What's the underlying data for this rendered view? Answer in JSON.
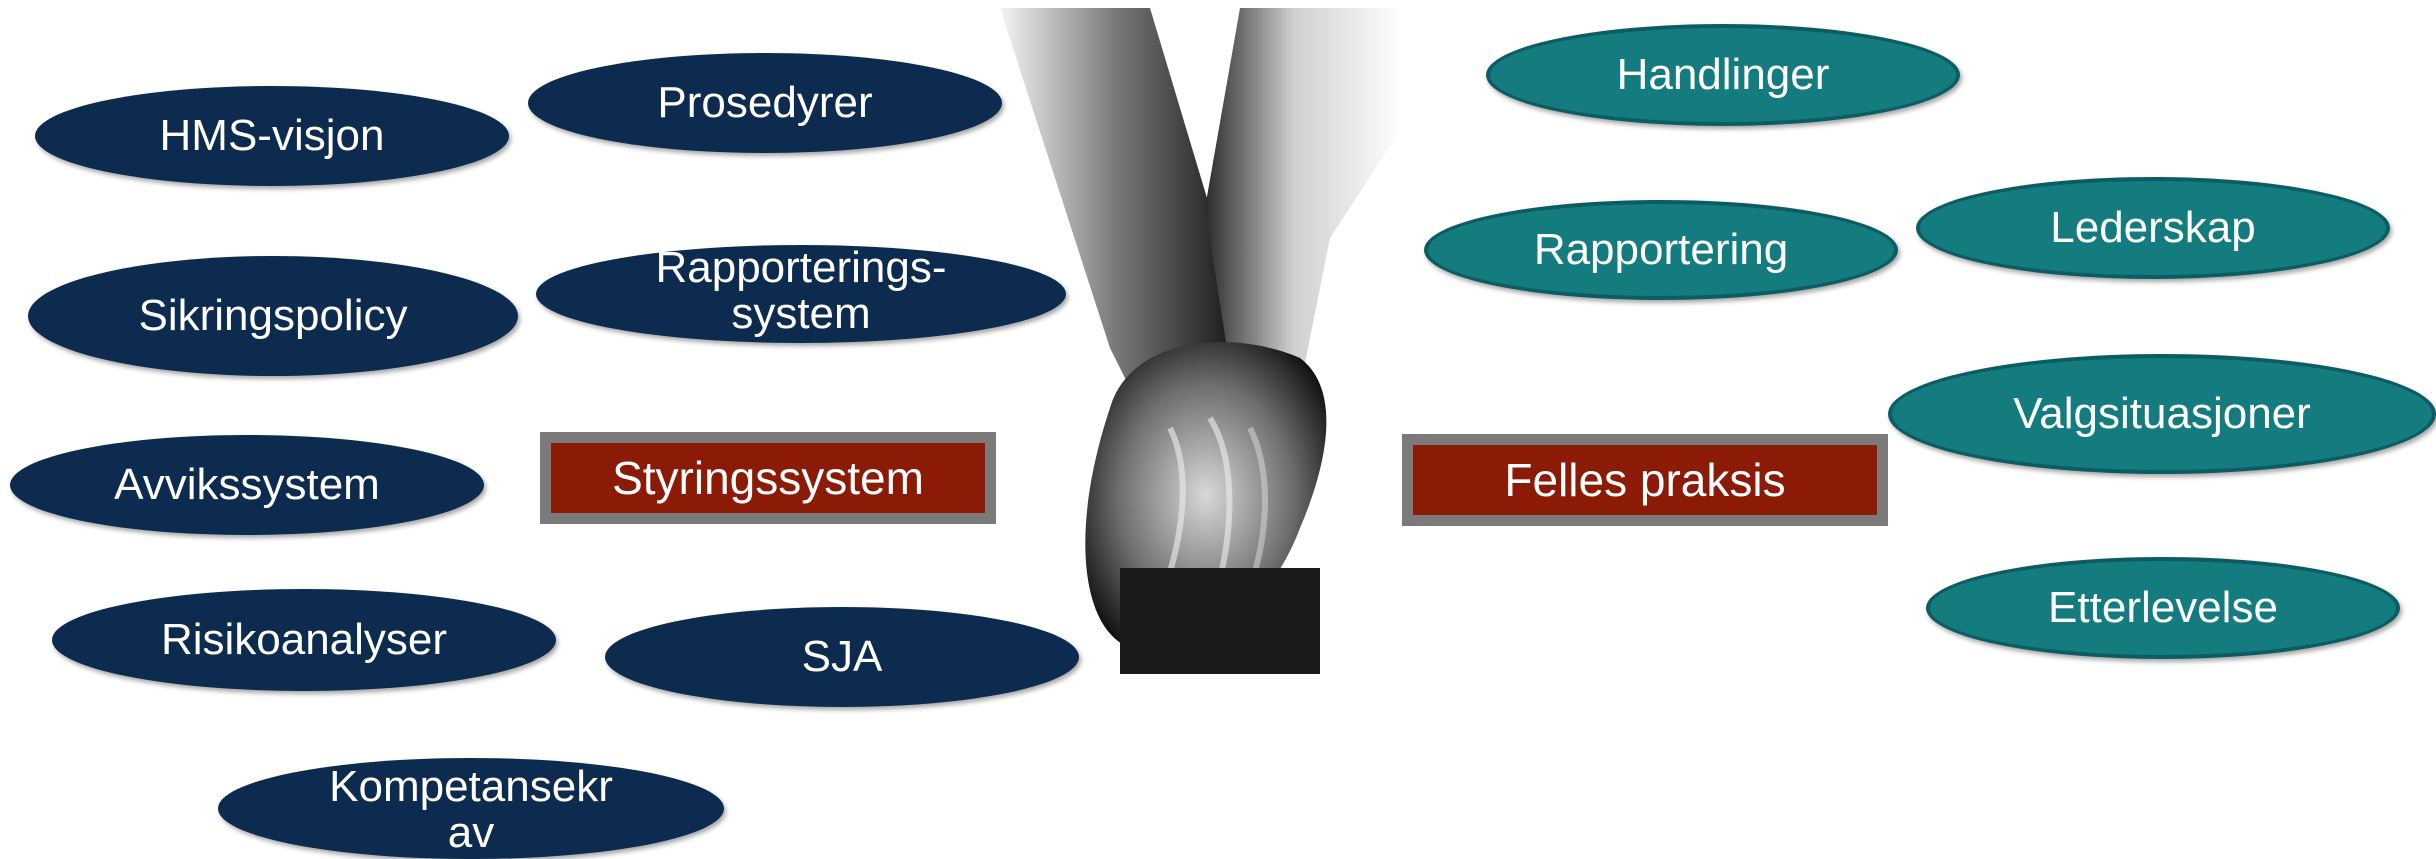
{
  "left_group": {
    "items": [
      "HMS-visjon",
      "Prosedyrer",
      "Sikringspolicy",
      "Rapporterings-\nsystem",
      "Avvikssystem",
      "Risikoanalyser",
      "SJA",
      "Kompetansekr\nav"
    ],
    "title": "Styringssystem",
    "color": "#0c2b4e"
  },
  "right_group": {
    "items": [
      "Handlinger",
      "Rapportering",
      "Lederskap",
      "Valgsituasjoner",
      "Etterlevelse"
    ],
    "title": "Felles praksis",
    "color": "#147b7e"
  },
  "box_color": "#8b1a06",
  "image": {
    "icon": "holding-hands-photo"
  }
}
